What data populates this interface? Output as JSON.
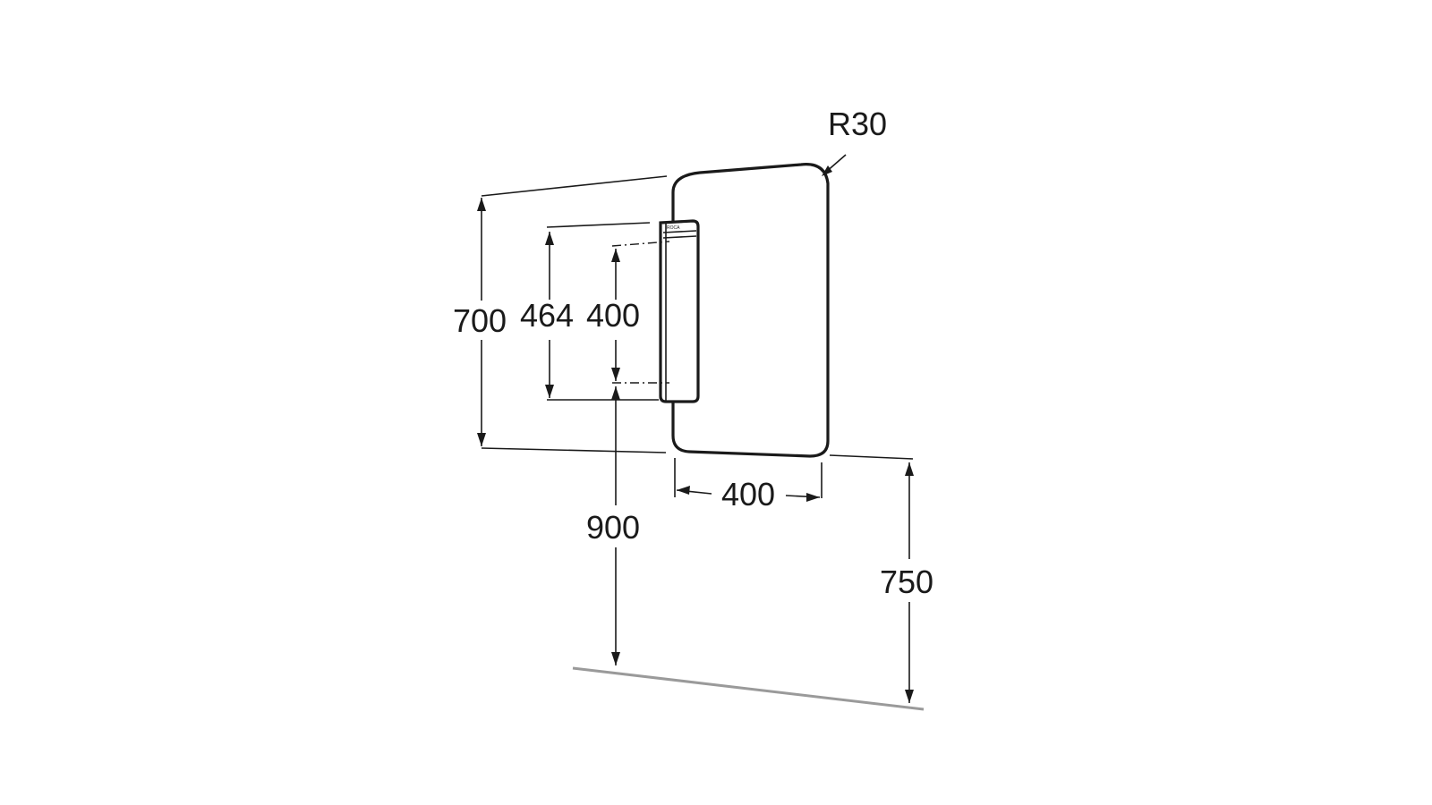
{
  "labels": {
    "radius": "R30",
    "height_total": "700",
    "light_height": "464",
    "mount_spacing": "400",
    "width": "400",
    "mount_height": "900",
    "bottom_height": "750"
  },
  "logo_text": "ROCA",
  "colors": {
    "ink": "#1a1a1a",
    "floor": "#9a9a9a",
    "background": "#ffffff"
  }
}
